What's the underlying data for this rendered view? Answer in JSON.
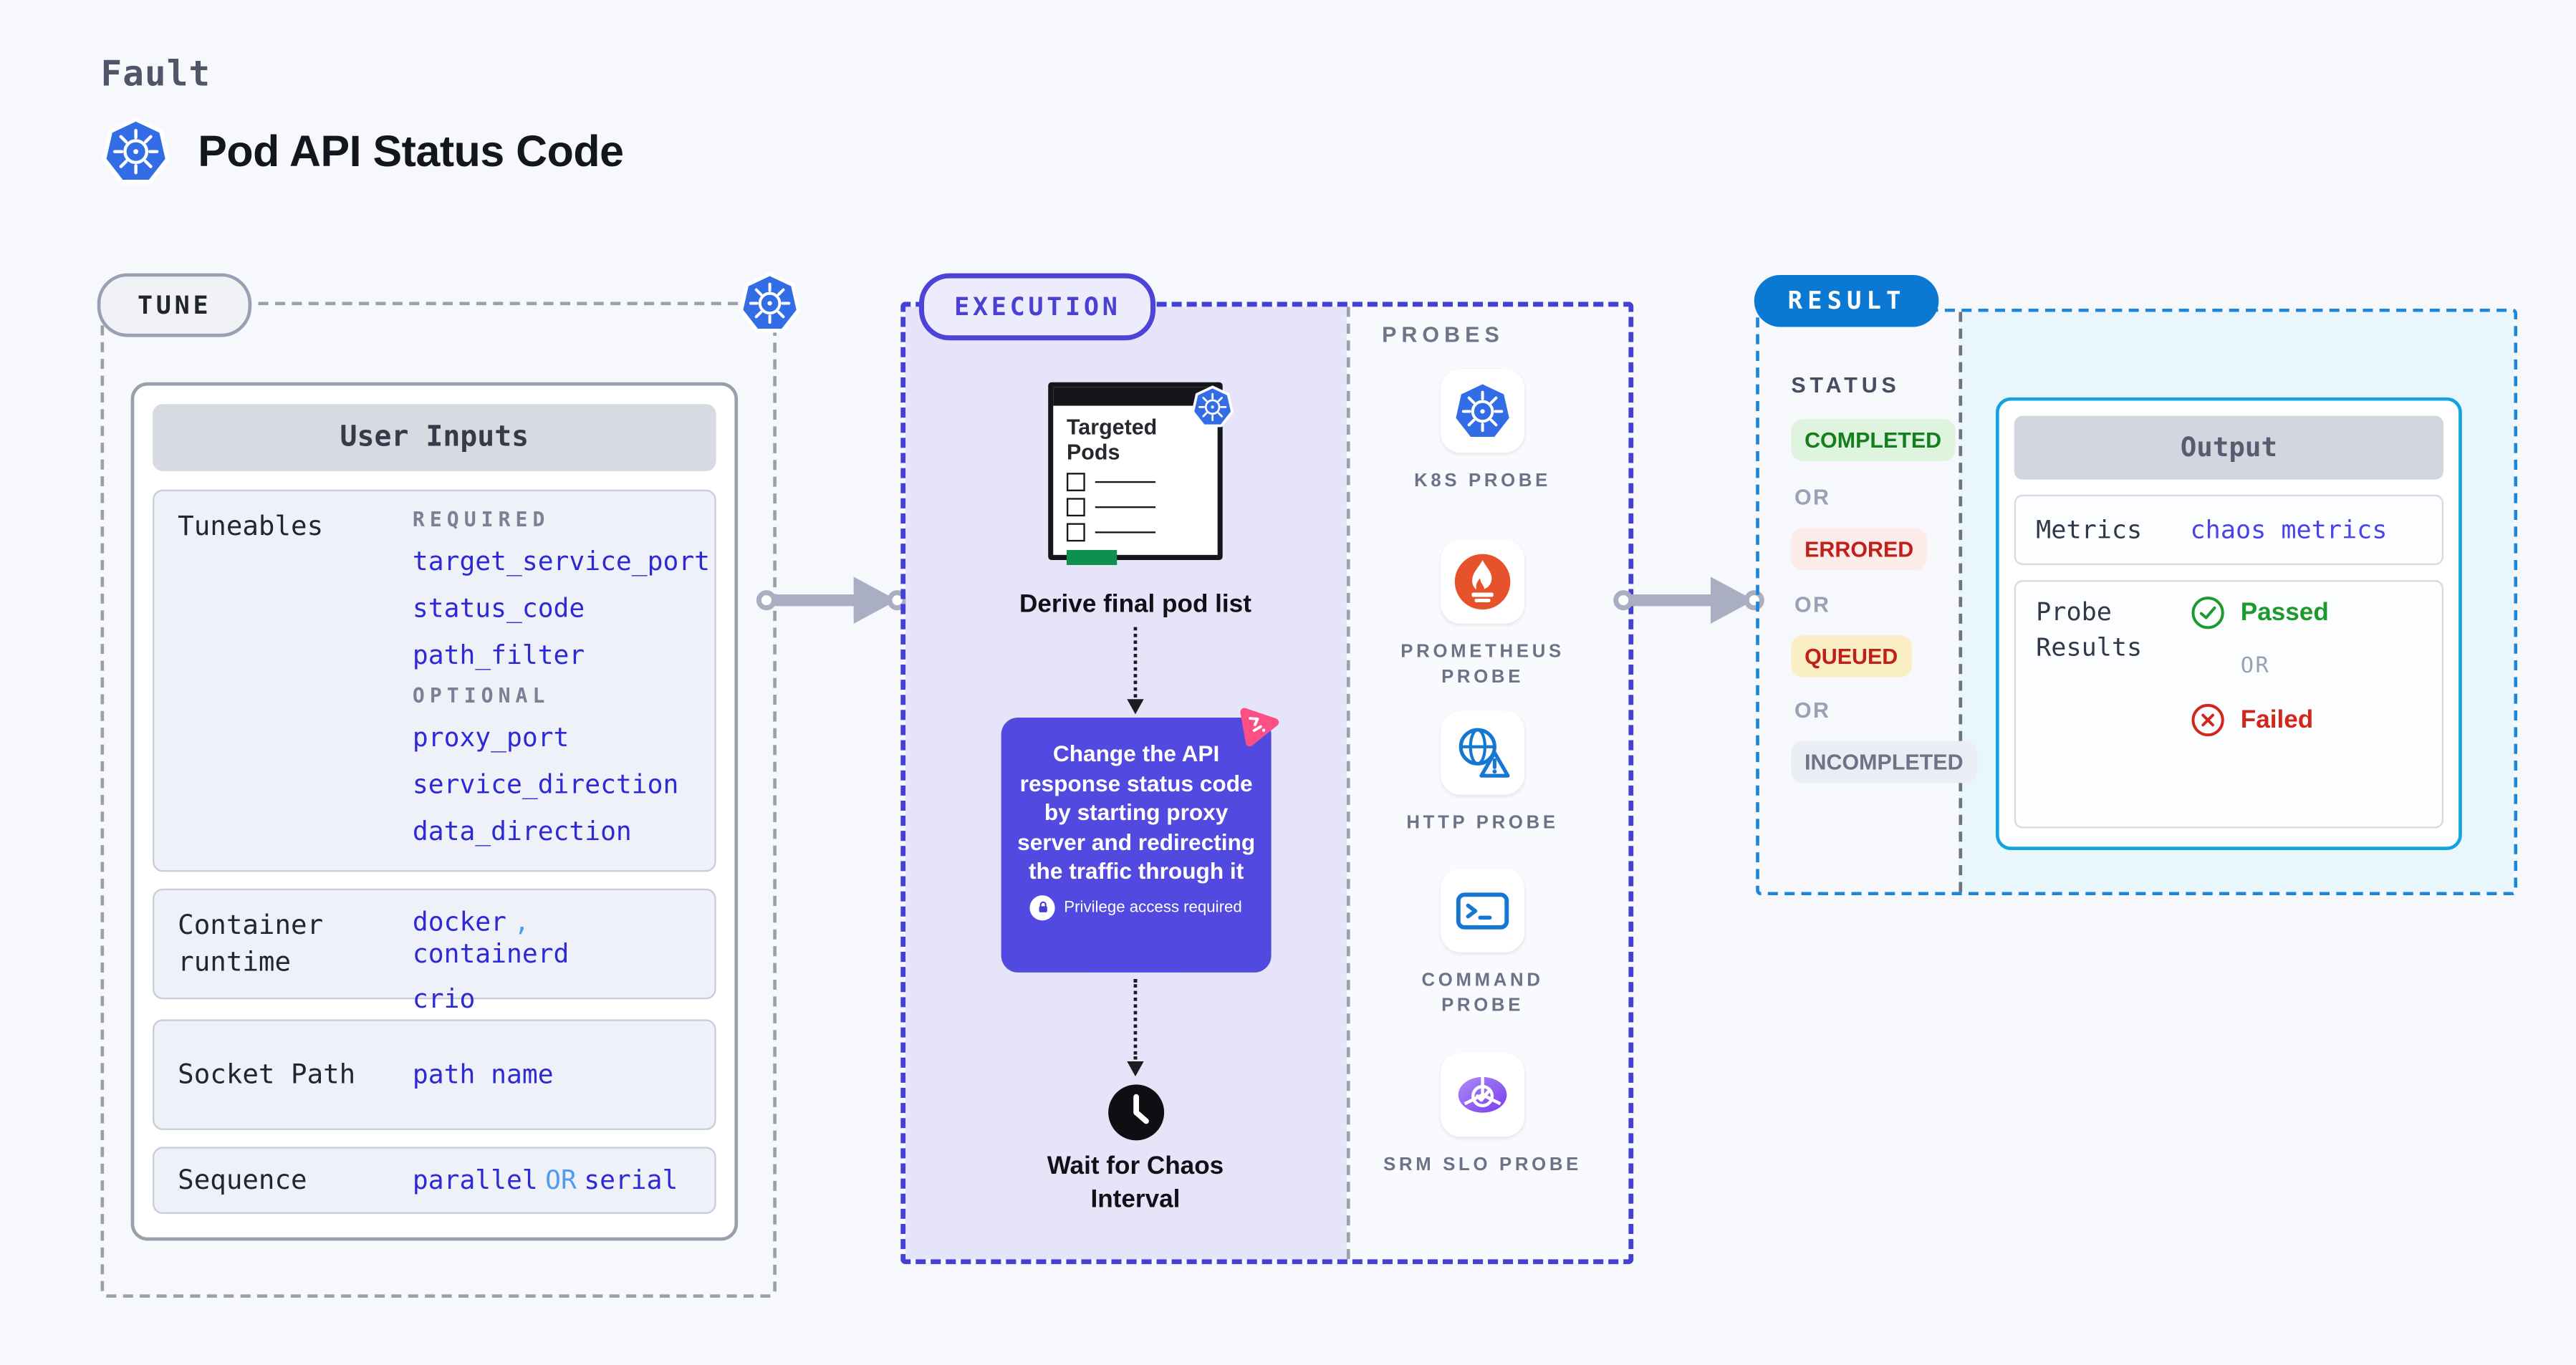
{
  "page": {
    "kicker": "Fault",
    "title": "Pod API Status Code"
  },
  "tune": {
    "badge": "TUNE",
    "user_inputs": {
      "header": "User Inputs",
      "tuneables": {
        "label": "Tuneables",
        "required_label": "REQUIRED",
        "required": [
          "target_service_port",
          "status_code",
          "path_filter"
        ],
        "optional_label": "OPTIONAL",
        "optional": [
          "proxy_port",
          "service_direction",
          "data_direction"
        ]
      },
      "container_runtime": {
        "label": "Container runtime",
        "v1": "docker",
        "sep": ",",
        "v2": "containerd",
        "v3": "crio"
      },
      "socket_path": {
        "label": "Socket Path",
        "value": "path name"
      },
      "sequence": {
        "label": "Sequence",
        "value_a": "parallel",
        "or": "OR",
        "value_b": "serial"
      }
    }
  },
  "execution": {
    "badge": "EXECUTION",
    "targeted_pods": {
      "title": "Targeted Pods",
      "icon": "kubernetes-icon"
    },
    "derive_label": "Derive final pod list",
    "action_card": {
      "text": "Change the API response status code by starting proxy server and redirecting the traffic through it",
      "note": "Privilege access required",
      "note_icon": "lock-icon",
      "corner_icon": "chaos-pink-icon"
    },
    "wait_label": "Wait for Chaos Interval",
    "wait_icon": "clock-icon"
  },
  "probes": {
    "label": "PROBES",
    "items": [
      {
        "name": "K8S PROBE",
        "icon": "kubernetes-icon"
      },
      {
        "name": "PROMETHEUS PROBE",
        "icon": "prometheus-icon"
      },
      {
        "name": "HTTP PROBE",
        "icon": "http-globe-warning-icon"
      },
      {
        "name": "COMMAND PROBE",
        "icon": "terminal-icon"
      },
      {
        "name": "SRM SLO PROBE",
        "icon": "srm-slo-pie-check-icon"
      }
    ]
  },
  "result": {
    "badge": "RESULT",
    "status": {
      "label": "STATUS",
      "or": "OR",
      "items": [
        "COMPLETED",
        "ERRORED",
        "QUEUED",
        "INCOMPLETED"
      ]
    },
    "output": {
      "header": "Output",
      "metrics_label": "Metrics",
      "metrics_value": "chaos metrics",
      "probe_results_label": "Probe Results",
      "passed": "Passed",
      "or": "OR",
      "failed": "Failed",
      "passed_icon": "check-circle-icon",
      "failed_icon": "x-circle-icon"
    }
  },
  "colors": {
    "kubernetes_blue": "#326de6",
    "indigo_accent": "#4d43d6",
    "action_card_purple": "#5149e0",
    "link_blue": "#2e29d6",
    "link_light_blue": "#4f9cf0",
    "result_blue": "#0b79d3",
    "result_border_cyan": "#12a3e0",
    "cyan_fill": "#e9f6fc",
    "lavender_fill": "#e5e4f9",
    "passed_green": "#1d9a2c",
    "failed_red": "#d3261a",
    "completed_green": "#157f1e",
    "errored_red": "#c02018",
    "queued_bg": "#faefc4",
    "prometheus_orange": "#e6522c",
    "pink_accent": "#fb4f85",
    "targeted_pods_green": "#0e9150"
  }
}
